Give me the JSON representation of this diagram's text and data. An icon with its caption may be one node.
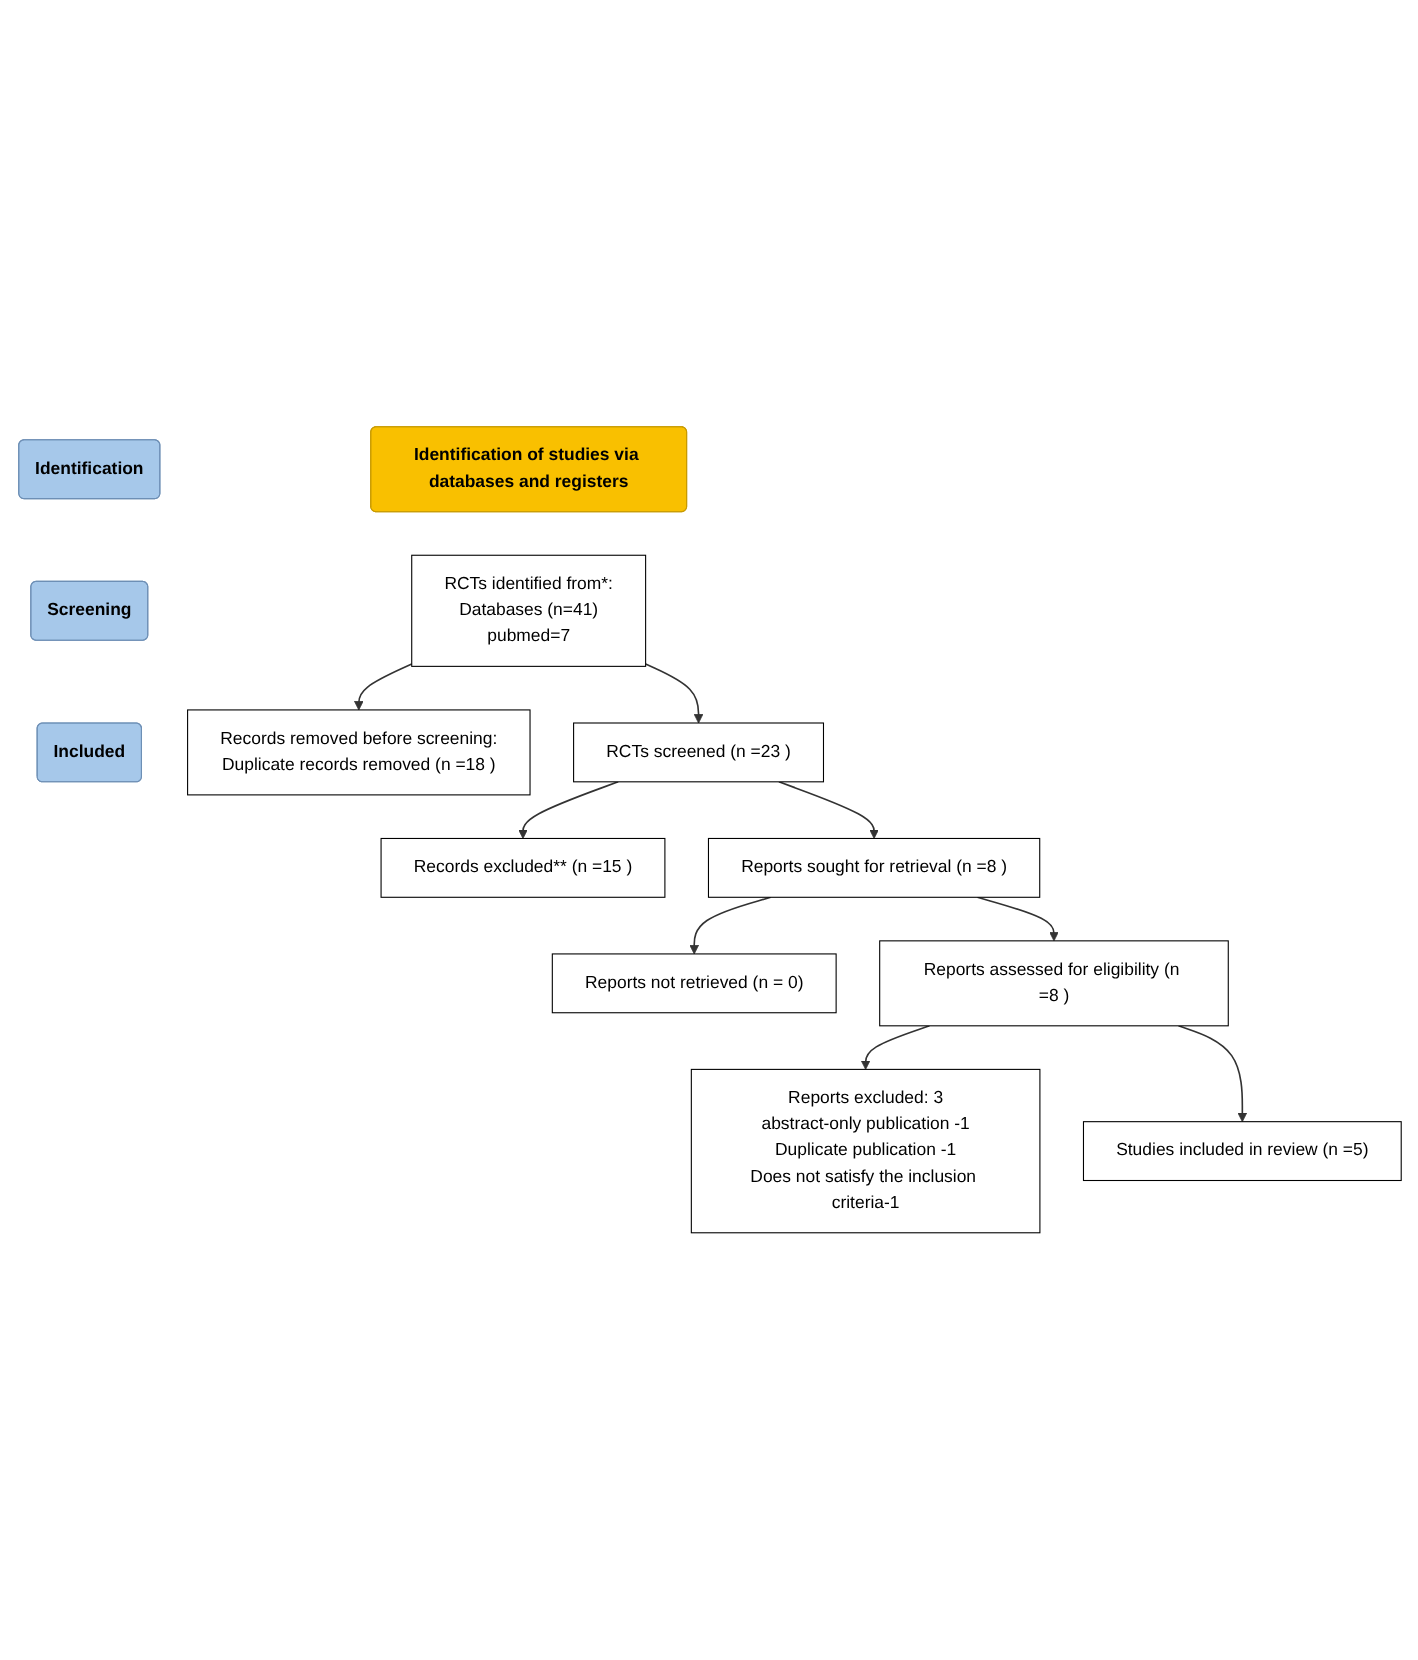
{
  "diagram": {
    "nodes": [
      {
        "text": [
          "Identification of studies via databases and registers"
        ]
      },
      {
        "text": [
          "Identification"
        ]
      },
      {
        "text": [
          "Screening"
        ]
      },
      {
        "text": [
          "Included"
        ]
      },
      {
        "text": [
          "RCTs identified from*:",
          "Databases (n=41)",
          "pubmed=7"
        ]
      },
      {
        "text": [
          "Records removed before screening:",
          "Duplicate records removed (n =18 )"
        ]
      },
      {
        "text": [
          "RCTs screened (n =23 )"
        ]
      },
      {
        "text": [
          "Records excluded** (n =15 )"
        ]
      },
      {
        "text": [
          "Reports sought for retrieval (n =8 )"
        ]
      },
      {
        "text": [
          "Reports not retrieved (n = 0)"
        ]
      },
      {
        "text": [
          "Reports assessed for eligibility (n =8 )"
        ]
      },
      {
        "text": [
          "Reports excluded: 3",
          "abstract-only publication -1",
          "Duplicate publication -1",
          "Does not satisfy the inclusion criteria-1"
        ]
      },
      {
        "text": [
          "Studies included in review (n =5)"
        ]
      }
    ],
    "edges": [
      {
        "from": 4,
        "to": 5,
        "arrow": "to"
      },
      {
        "from": 4,
        "to": 6,
        "arrow": "to"
      },
      {
        "from": 6,
        "to": 7,
        "arrow": "to"
      },
      {
        "from": 6,
        "to": 8,
        "arrow": "to"
      },
      {
        "from": 8,
        "to": 9,
        "arrow": "to"
      },
      {
        "from": 8,
        "to": 10,
        "arrow": "to"
      },
      {
        "from": 10,
        "to": 11,
        "arrow": "to"
      },
      {
        "from": 10,
        "to": 12,
        "arrow": "to"
      }
    ]
  }
}
